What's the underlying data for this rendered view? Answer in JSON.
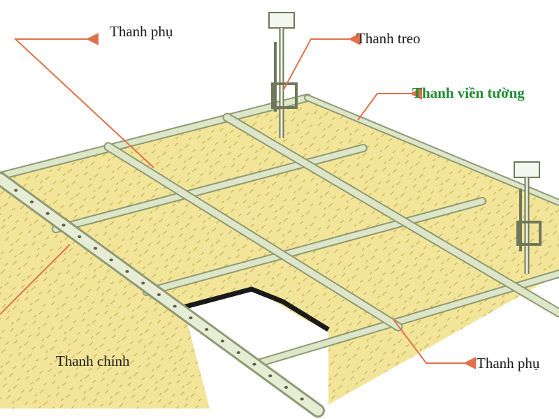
{
  "labels": {
    "thanh_phu_top": "Thanh phụ",
    "thanh_treo": "Thanh treo",
    "thanh_vien_tuong": "Thanh viền tường",
    "thanh_chinh": "Thanh chính",
    "thanh_phu_bottom": "Thanh phụ"
  },
  "colors": {
    "tile": "#f2e59a",
    "tile_texture": "#c9b14e",
    "rail": "#dde6c8",
    "rail_edge": "#8f9a74",
    "rail_hole": "#5a6248",
    "arrow": "#e0714a",
    "label_text": "#1c1c1c",
    "wall_label_text": "#1e8a2e"
  }
}
